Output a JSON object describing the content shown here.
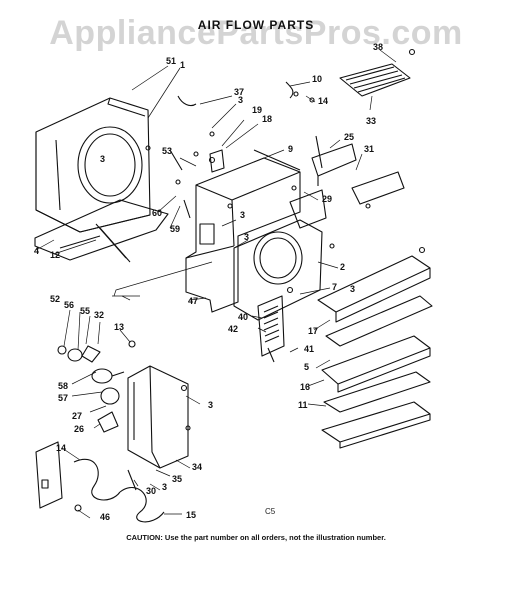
{
  "watermark": "AppliancePartsPros.com",
  "title": "AIR FLOW PARTS",
  "subtitle": "",
  "caution": "CAUTION: Use the part number on all orders, not the illustration number.",
  "code": "C5",
  "parts": [
    {
      "n": "51"
    },
    {
      "n": "1"
    },
    {
      "n": "37"
    },
    {
      "n": "10"
    },
    {
      "n": "38"
    },
    {
      "n": "3"
    },
    {
      "n": "19"
    },
    {
      "n": "18"
    },
    {
      "n": "14"
    },
    {
      "n": "33"
    },
    {
      "n": "3"
    },
    {
      "n": "53"
    },
    {
      "n": "9"
    },
    {
      "n": "25"
    },
    {
      "n": "31"
    },
    {
      "n": "29"
    },
    {
      "n": "60"
    },
    {
      "n": "3"
    },
    {
      "n": "59"
    },
    {
      "n": "3"
    },
    {
      "n": "4"
    },
    {
      "n": "12"
    },
    {
      "n": "2"
    },
    {
      "n": "3"
    },
    {
      "n": "47"
    },
    {
      "n": "7"
    },
    {
      "n": "52"
    },
    {
      "n": "56"
    },
    {
      "n": "55"
    },
    {
      "n": "32"
    },
    {
      "n": "13"
    },
    {
      "n": "40"
    },
    {
      "n": "42"
    },
    {
      "n": "17"
    },
    {
      "n": "41"
    },
    {
      "n": "5"
    },
    {
      "n": "16"
    },
    {
      "n": "11"
    },
    {
      "n": "58"
    },
    {
      "n": "57"
    },
    {
      "n": "27"
    },
    {
      "n": "26"
    },
    {
      "n": "3"
    },
    {
      "n": "14"
    },
    {
      "n": "34"
    },
    {
      "n": "35"
    },
    {
      "n": "30"
    },
    {
      "n": "3"
    },
    {
      "n": "46"
    },
    {
      "n": "15"
    }
  ]
}
